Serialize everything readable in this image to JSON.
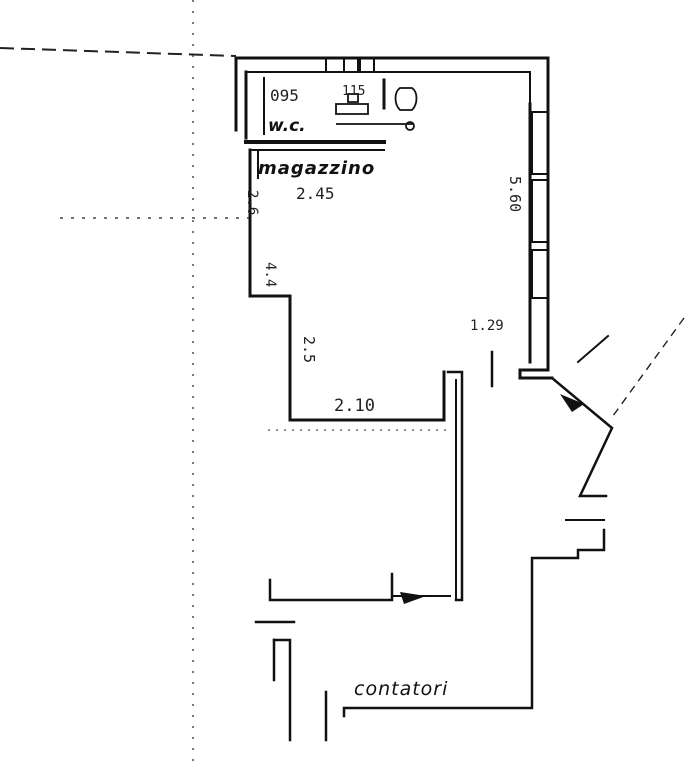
{
  "rooms": {
    "wc": "w.c.",
    "magazzino": "magazzino",
    "contatori": "contatori"
  },
  "dimensions": {
    "wc_width": "095",
    "wc_depth": "115",
    "magazzino_width": "2.45",
    "magazzino_left_top": "2.6",
    "magazzino_left_mid": "4.4",
    "right_wall": "5.60",
    "lower_left": "2.5",
    "bottom_width": "2.10",
    "height_note": "1.29"
  },
  "colors": {
    "ink": "#111111",
    "paper": "#ffffff"
  }
}
